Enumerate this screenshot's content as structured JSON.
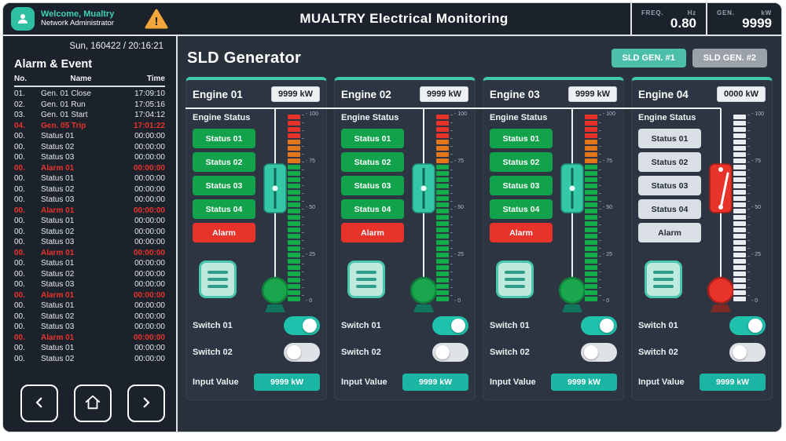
{
  "colors": {
    "teal_accent": "#2fbfa3",
    "status_green": "#12a24b",
    "alarm_red": "#e8332a",
    "warning_amber": "#f2a53a",
    "light_panel": "#eef1f4"
  },
  "header": {
    "welcome": "Welcome, Mualtry",
    "role": "Network Administrator",
    "title": "MUALTRY Electrical Monitoring",
    "freq_label": "FREQ.",
    "freq_value": "0.80",
    "freq_unit": "Hz",
    "gen_label": "GEN.",
    "gen_value": "9999",
    "gen_unit": "kW"
  },
  "sidebar": {
    "datetime": "Sun, 160422 / 20:16:21",
    "title": "Alarm & Event",
    "columns": {
      "no": "No.",
      "name": "Name",
      "time": "Time"
    },
    "rows": [
      {
        "no": "01.",
        "name": "Gen. 01 Close",
        "time": "17:09:10",
        "alarm": false
      },
      {
        "no": "02.",
        "name": "Gen. 01 Run",
        "time": "17:05:16",
        "alarm": false
      },
      {
        "no": "03.",
        "name": "Gen. 01 Start",
        "time": "17:04:12",
        "alarm": false
      },
      {
        "no": "04.",
        "name": "Gen. 05 Trip",
        "time": "17:01:22",
        "alarm": true
      },
      {
        "no": "00.",
        "name": "Status 01",
        "time": "00:00:00",
        "alarm": false
      },
      {
        "no": "00.",
        "name": "Status 02",
        "time": "00:00:00",
        "alarm": false
      },
      {
        "no": "00.",
        "name": "Status 03",
        "time": "00:00:00",
        "alarm": false
      },
      {
        "no": "00.",
        "name": "Alarm 01",
        "time": "00:00:00",
        "alarm": true
      },
      {
        "no": "00.",
        "name": "Status 01",
        "time": "00:00:00",
        "alarm": false
      },
      {
        "no": "00.",
        "name": "Status 02",
        "time": "00:00:00",
        "alarm": false
      },
      {
        "no": "00.",
        "name": "Status 03",
        "time": "00:00:00",
        "alarm": false
      },
      {
        "no": "00.",
        "name": "Alarm 01",
        "time": "00:00:00",
        "alarm": true
      },
      {
        "no": "00.",
        "name": "Status 01",
        "time": "00:00:00",
        "alarm": false
      },
      {
        "no": "00.",
        "name": "Status 02",
        "time": "00:00:00",
        "alarm": false
      },
      {
        "no": "00.",
        "name": "Status 03",
        "time": "00:00:00",
        "alarm": false
      },
      {
        "no": "00.",
        "name": "Alarm 01",
        "time": "00:00:00",
        "alarm": true
      },
      {
        "no": "00.",
        "name": "Status 01",
        "time": "00:00:00",
        "alarm": false
      },
      {
        "no": "00.",
        "name": "Status 02",
        "time": "00:00:00",
        "alarm": false
      },
      {
        "no": "00.",
        "name": "Status 03",
        "time": "00:00:00",
        "alarm": false
      },
      {
        "no": "00.",
        "name": "Alarm 01",
        "time": "00:00:00",
        "alarm": true
      },
      {
        "no": "00.",
        "name": "Status 01",
        "time": "00:00:00",
        "alarm": false
      },
      {
        "no": "00.",
        "name": "Status 02",
        "time": "00:00:00",
        "alarm": false
      },
      {
        "no": "00.",
        "name": "Status 03",
        "time": "00:00:00",
        "alarm": false
      },
      {
        "no": "00.",
        "name": "Alarm 01",
        "time": "00:00:00",
        "alarm": true
      },
      {
        "no": "00.",
        "name": "Status 01",
        "time": "00:00:00",
        "alarm": false
      },
      {
        "no": "00.",
        "name": "Status 02",
        "time": "00:00:00",
        "alarm": false
      }
    ]
  },
  "main": {
    "title": "SLD Generator",
    "tabs": [
      {
        "label": "SLD GEN. #1",
        "active": true
      },
      {
        "label": "SLD GEN. #2",
        "active": false
      }
    ],
    "meter_scale": [
      "100",
      "75",
      "50",
      "25",
      "0"
    ],
    "engines": [
      {
        "name": "Engine 01",
        "power": "9999 kW",
        "status_label": "Engine Status",
        "statuses": [
          "Status 01",
          "Status 02",
          "Status 03",
          "Status 04"
        ],
        "alarm_label": "Alarm",
        "state": "running",
        "meter_level": 100,
        "switches": [
          {
            "label": "Switch 01",
            "on": true
          },
          {
            "label": "Switch 02",
            "on": false
          }
        ],
        "input_label": "Input Value",
        "input_value": "9999 kW"
      },
      {
        "name": "Engine 02",
        "power": "9999 kW",
        "status_label": "Engine Status",
        "statuses": [
          "Status 01",
          "Status 02",
          "Status 03",
          "Status 04"
        ],
        "alarm_label": "Alarm",
        "state": "running",
        "meter_level": 100,
        "switches": [
          {
            "label": "Switch 01",
            "on": true
          },
          {
            "label": "Switch 02",
            "on": false
          }
        ],
        "input_label": "Input Value",
        "input_value": "9999 kW"
      },
      {
        "name": "Engine 03",
        "power": "9999 kW",
        "status_label": "Engine Status",
        "statuses": [
          "Status 01",
          "Status 02",
          "Status 03",
          "Status 04"
        ],
        "alarm_label": "Alarm",
        "state": "running",
        "meter_level": 100,
        "switches": [
          {
            "label": "Switch 01",
            "on": true
          },
          {
            "label": "Switch 02",
            "on": false
          }
        ],
        "input_label": "Input Value",
        "input_value": "9999 kW"
      },
      {
        "name": "Engine 04",
        "power": "0000 kW",
        "status_label": "Engine Status",
        "statuses": [
          "Status 01",
          "Status 02",
          "Status 03",
          "Status 04"
        ],
        "alarm_label": "Alarm",
        "state": "stopped",
        "meter_level": 0,
        "switches": [
          {
            "label": "Switch 01",
            "on": true
          },
          {
            "label": "Switch 02",
            "on": false
          }
        ],
        "input_label": "Input Value",
        "input_value": "9999 kW"
      }
    ]
  }
}
